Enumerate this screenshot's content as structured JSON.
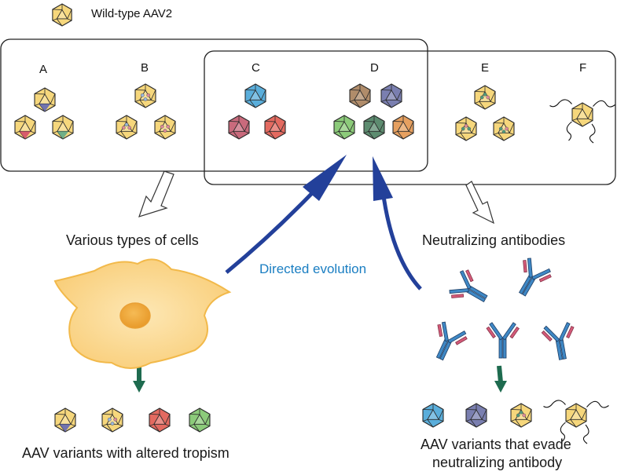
{
  "legend": {
    "label": "Wild-type AAV2"
  },
  "groups": [
    {
      "letter": "A"
    },
    {
      "letter": "B"
    },
    {
      "letter": "C"
    },
    {
      "letter": "D"
    },
    {
      "letter": "E"
    },
    {
      "letter": "F"
    }
  ],
  "labels": {
    "cells": "Various types of cells",
    "antibodies": "Neutralizing antibodies",
    "directed_evolution": "Directed evolution",
    "tropism_result": "AAV variants with altered tropism",
    "evade_result_line1": "AAV variants that evade",
    "evade_result_line2": "neutralizing antibody"
  },
  "colors": {
    "capsid_wildtype": "#f6d77c",
    "evolution_arrow": "#23409a",
    "evolution_text": "#1a7ec2",
    "selection_arrow": "#1e6b4f",
    "cell_body": "#fbd88e",
    "cell_nucleus": "#f2a93d",
    "antibody_heavy": "#3f88c5",
    "antibody_light": "#d25a78"
  }
}
